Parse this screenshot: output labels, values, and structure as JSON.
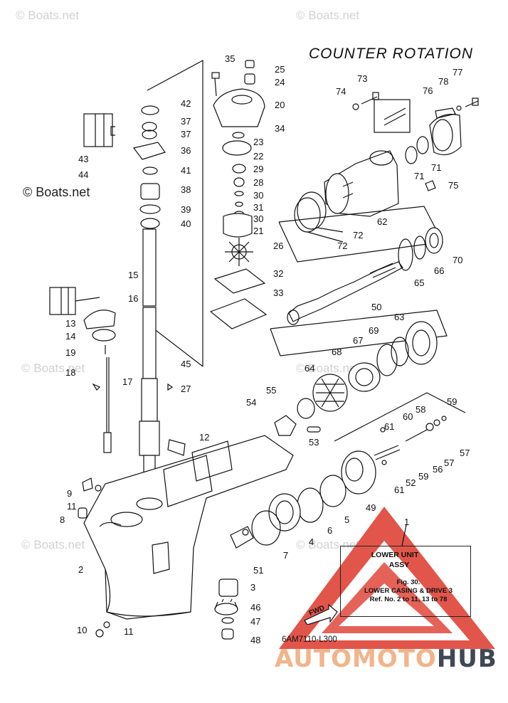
{
  "watermarks": {
    "top_left": "© Boats.net",
    "top_right": "© Boats.net",
    "mid_left": "© Boats.net",
    "side_left": "© Boats.net",
    "mid_right": "© Boats.net",
    "low_left": "© Boats.net",
    "low_right": "© Boats.net"
  },
  "diagram": {
    "title": "COUNTER ROTATION",
    "part_numbers": [
      "35",
      "25",
      "24",
      "20",
      "34",
      "23",
      "22",
      "29",
      "28",
      "30",
      "31",
      "30",
      "21",
      "26",
      "32",
      "33",
      "42",
      "37",
      "37",
      "36",
      "43",
      "44",
      "41",
      "38",
      "39",
      "40",
      "15",
      "16",
      "13",
      "14",
      "19",
      "18",
      "17",
      "45",
      "27",
      "12",
      "9",
      "11",
      "8",
      "2",
      "10",
      "11",
      "73",
      "77",
      "74",
      "78",
      "76",
      "71",
      "71",
      "75",
      "62",
      "72",
      "72",
      "70",
      "66",
      "65",
      "50",
      "63",
      "69",
      "67",
      "68",
      "64",
      "55",
      "54",
      "53",
      "59",
      "58",
      "60",
      "61",
      "57",
      "57",
      "56",
      "59",
      "52",
      "61",
      "49",
      "5",
      "6",
      "4",
      "7",
      "51",
      "3",
      "46",
      "47",
      "48",
      "1"
    ],
    "drawing_code": "6AM7110-L300"
  },
  "info_box": {
    "name": "LOWER UNIT",
    "sub": "ASSY",
    "ref_line1": "Fig. 30.",
    "ref_line2": "LOWER CASING & DRIVE 3",
    "ref_line3": "Ref. No. 2 to 11, 13 to 78"
  },
  "fwd_label": "FWD",
  "brand": {
    "part_a": "AUTOMOTO",
    "part_b": "HUB"
  },
  "colors": {
    "line": "#111111",
    "watermark": "#d2d2d2",
    "logo_red": "#e0463c",
    "logo_light": "#f2b48a",
    "logo_dark": "#3f4654"
  }
}
